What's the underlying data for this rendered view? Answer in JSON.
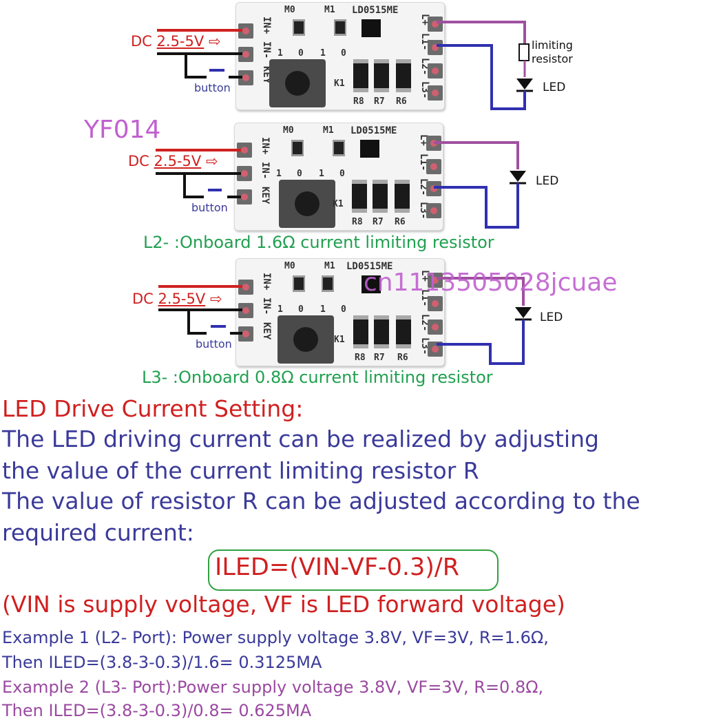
{
  "board_labels": {
    "m0": "M0",
    "m1": "M1",
    "chip": "LD0515ME",
    "in_plus": "IN+",
    "in_minus": "IN-",
    "key": "KEY",
    "bits": [
      "1",
      "0",
      "1",
      "0"
    ],
    "k1": "K1",
    "r8": "R8",
    "r7": "R7",
    "r6": "R6",
    "l_plus": "L+",
    "l1_minus": "L1-",
    "l2_minus": "L2-",
    "l3_minus": "L3-"
  },
  "diagram1": {
    "dc_label": "DC",
    "voltage": "2.5-5V",
    "button_label": "button",
    "resistor_label_line1": "limiting",
    "resistor_label_line2": "resistor",
    "led_label": "LED"
  },
  "diagram2": {
    "title": "YF014",
    "dc_label": "DC",
    "voltage": "2.5-5V",
    "button_label": "button",
    "led_label": "LED",
    "caption": "L2- :Onboard 1.6Ω current limiting resistor"
  },
  "diagram3": {
    "watermark": "cn1113505028jcuae",
    "dc_label": "DC",
    "voltage": "2.5-5V",
    "button_label": "button",
    "led_label": "LED",
    "caption": "L3- :Onboard 0.8Ω current limiting resistor"
  },
  "text": {
    "heading": "LED Drive Current Setting:",
    "line1": "The LED driving current can be realized by adjusting",
    "line2": "the value of the current limiting resistor R",
    "line3": "The value of resistor R can be adjusted according to the",
    "line4": "required current:",
    "formula": "ILED=(VIN-VF-0.3)/R",
    "note": "(VIN is supply voltage, VF is LED forward voltage)",
    "example1_a": "Example 1 (L2- Port): Power supply voltage 3.8V, VF=3V, R=1.6Ω,",
    "example1_b": "Then ILED=(3.8-3-0.3)/1.6= 0.3125MA",
    "example2_a": "Example 2 (L3- Port):Power supply voltage 3.8V, VF=3V, R=0.8Ω,",
    "example2_b": "Then ILED=(3.8-3-0.3)/0.8= 0.625MA"
  },
  "colors": {
    "red": "#d02020",
    "blue": "#3a3a9a",
    "green": "#20a050",
    "purple": "#9a4aa0",
    "magenta": "#c060d0",
    "wire_purple": "#a050a0",
    "wire_blue": "#3030b0"
  }
}
